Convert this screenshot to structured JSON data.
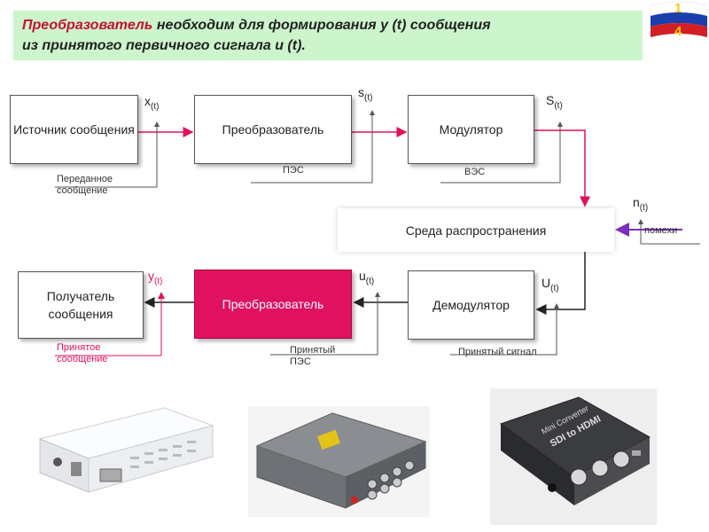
{
  "banner": {
    "title_red": "Преобразователь",
    "title_rest": " необходим для формирования  y (t)  сообщения",
    "title_line2": "из принятого первичного сигнала  u (t)."
  },
  "badge": {
    "digit_top": "1",
    "digit_bottom": "4"
  },
  "blocks": {
    "source": "Источник сообщения",
    "converter_tx": "Преобразователь",
    "modulator": "Модулятор",
    "medium": "Среда распространения",
    "receiver": "Получатель сообщения",
    "converter_rx": "Преобразователь",
    "demodulator": "Демодулятор"
  },
  "signals": {
    "x": "x",
    "x_sub": "(t)",
    "s": "s",
    "s_sub": "(t)",
    "S": "S",
    "S_sub": "(t)",
    "n": "n",
    "n_sub": "(t)",
    "y": "y",
    "y_sub": "(t)",
    "u": "u",
    "u_sub": "(t)",
    "U": "U",
    "U_sub": "(t)"
  },
  "notes": {
    "sent_line1": "Переданное",
    "sent_line2": "сообщение",
    "pes": "ПЭС",
    "ves": "ВЭС",
    "noise": "помехи",
    "received_line1": "Принятое",
    "received_line2": "сообщение",
    "received_pes_line1": "Принятый",
    "received_pes_line2": "ПЭС",
    "received_signal": "Принятый сигнал"
  },
  "device3": {
    "label_line1": "Mini Converter",
    "label_line2": "SDI to HDMI"
  },
  "colors": {
    "accent": "#e0115f",
    "banner_bg": "#ccf5cc",
    "arrow_noise": "#7b2fbe"
  }
}
